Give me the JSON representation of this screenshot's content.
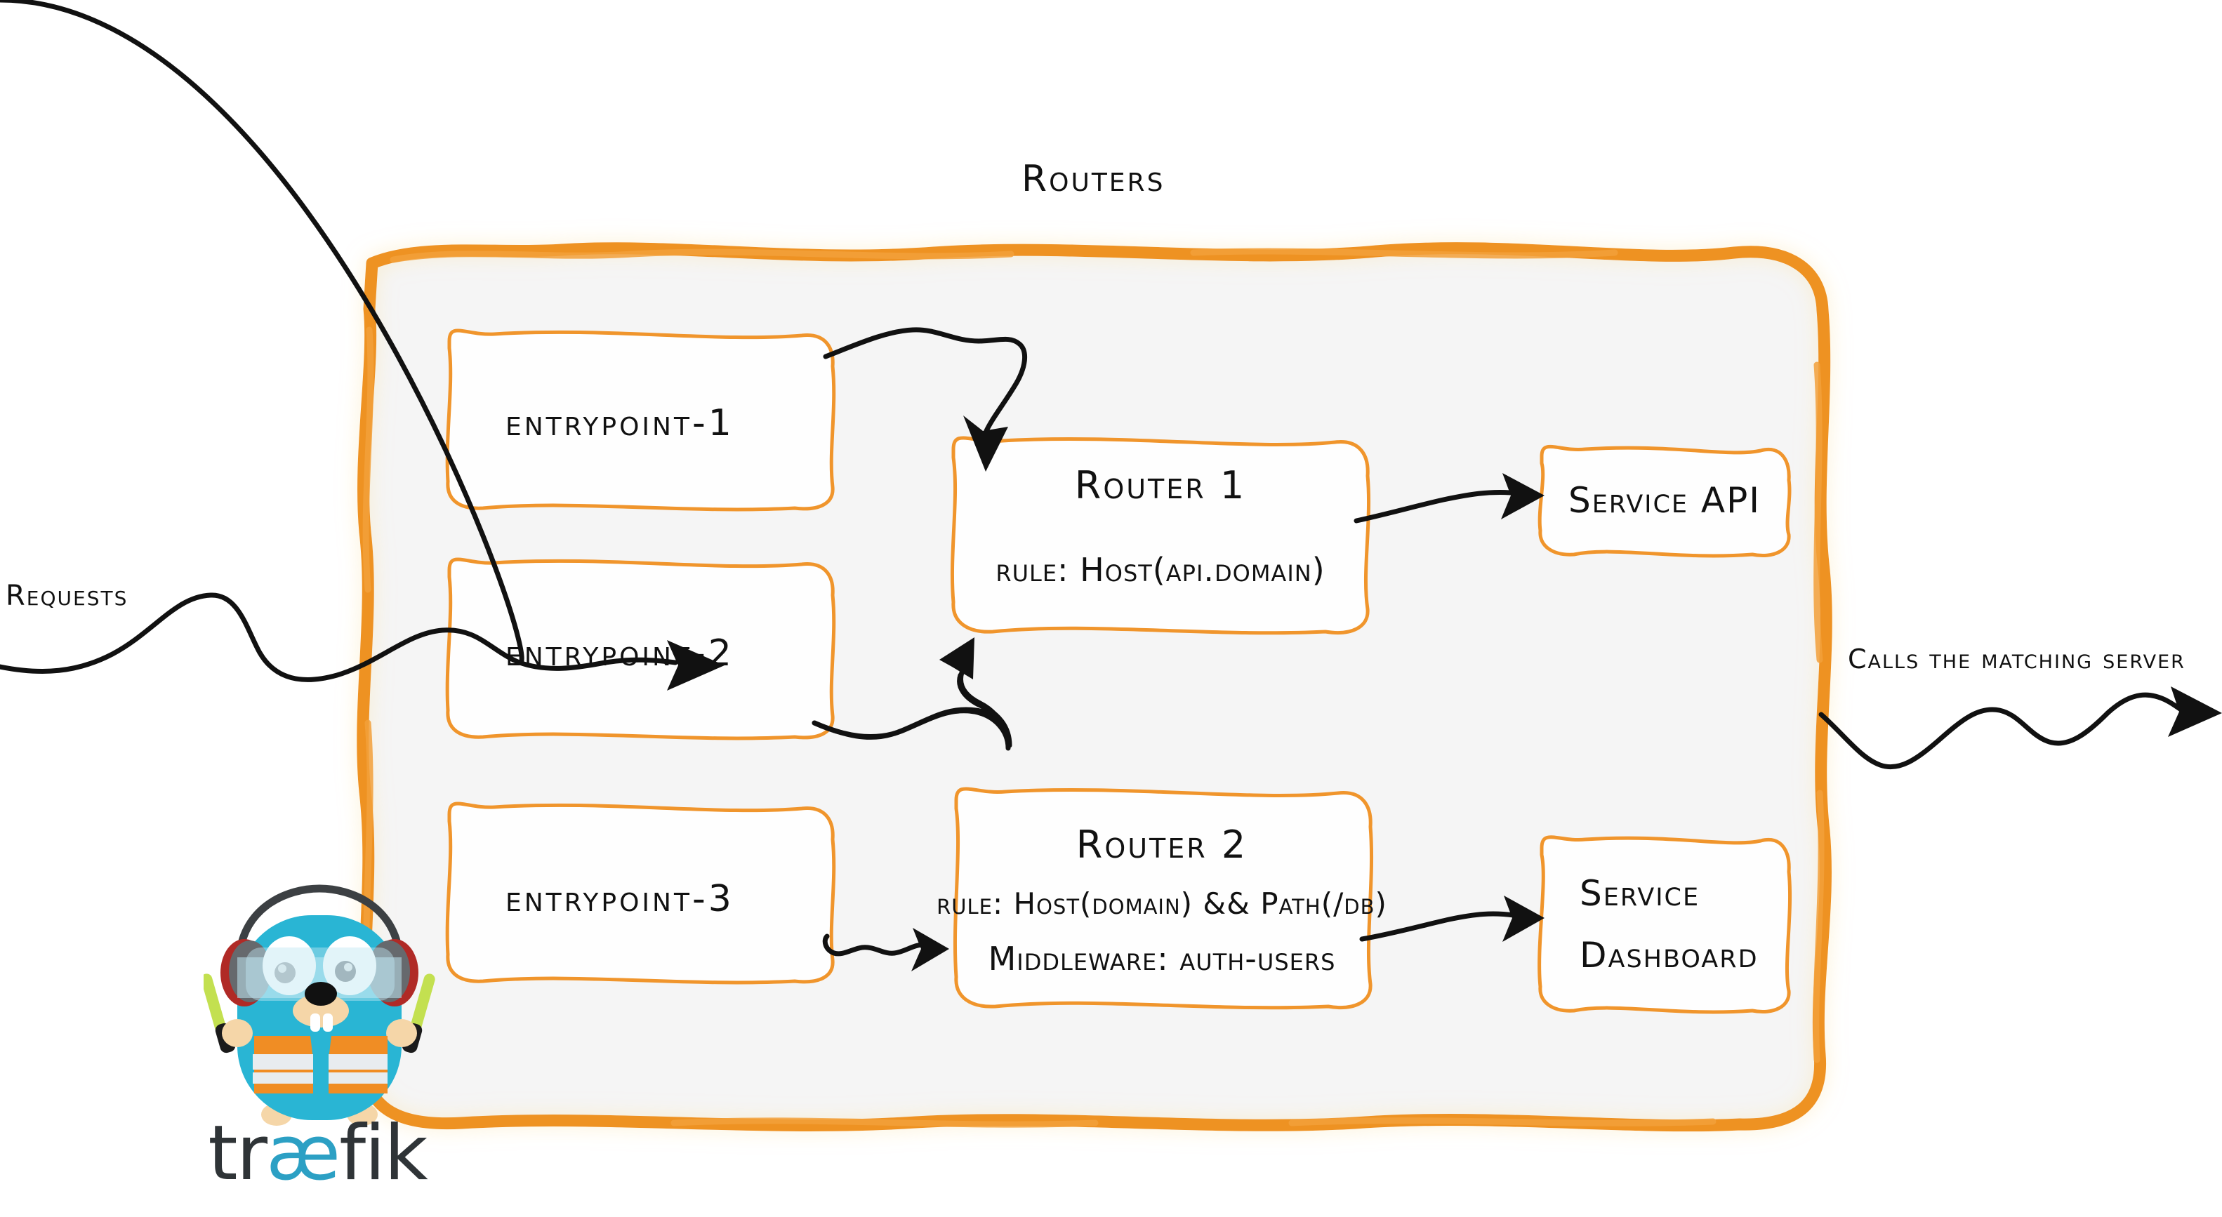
{
  "diagram": {
    "title": "Routers",
    "background_color": "#ffffff",
    "panel_fill": "#f5f5f5",
    "accent_color": "#ee9224",
    "ink_color": "#111111"
  },
  "side_labels": {
    "left": "Requests",
    "right": "Calls the matching server"
  },
  "entrypoints": [
    {
      "label": "entrypoint-1"
    },
    {
      "label": "entrypoint-2"
    },
    {
      "label": "entrypoint-3"
    }
  ],
  "routers": [
    {
      "name": "Router 1",
      "lines": [
        "rule: Host(api.domain)"
      ]
    },
    {
      "name": "Router 2",
      "lines": [
        "rule: Host(domain) && Path(/db)",
        "Middleware: auth-users"
      ]
    }
  ],
  "services": [
    {
      "label": "Service API",
      "lines": [
        "Service API"
      ]
    },
    {
      "label": "Service Dashboard",
      "lines": [
        "Service",
        "Dashboard"
      ]
    }
  ],
  "logo": {
    "name": "traefik",
    "wordmark_prefix": "tr",
    "wordmark_ligature": "æ",
    "wordmark_suffix": "fik",
    "body_color": "#29b5d4",
    "vest_color": "#f08d24",
    "ligature_color": "#2ca0c4"
  },
  "connections": [
    {
      "from": "entrypoint-1",
      "to": "Router 1"
    },
    {
      "from": "entrypoint-2",
      "to": "Router 1"
    },
    {
      "from": "entrypoint-3",
      "to": "Router 2"
    },
    {
      "from": "Router 1",
      "to": "Service API"
    },
    {
      "from": "Router 2",
      "to": "Service Dashboard"
    },
    {
      "from": "Requests",
      "to": "Routers"
    },
    {
      "from": "Routers",
      "to": "Calls the matching server"
    }
  ]
}
